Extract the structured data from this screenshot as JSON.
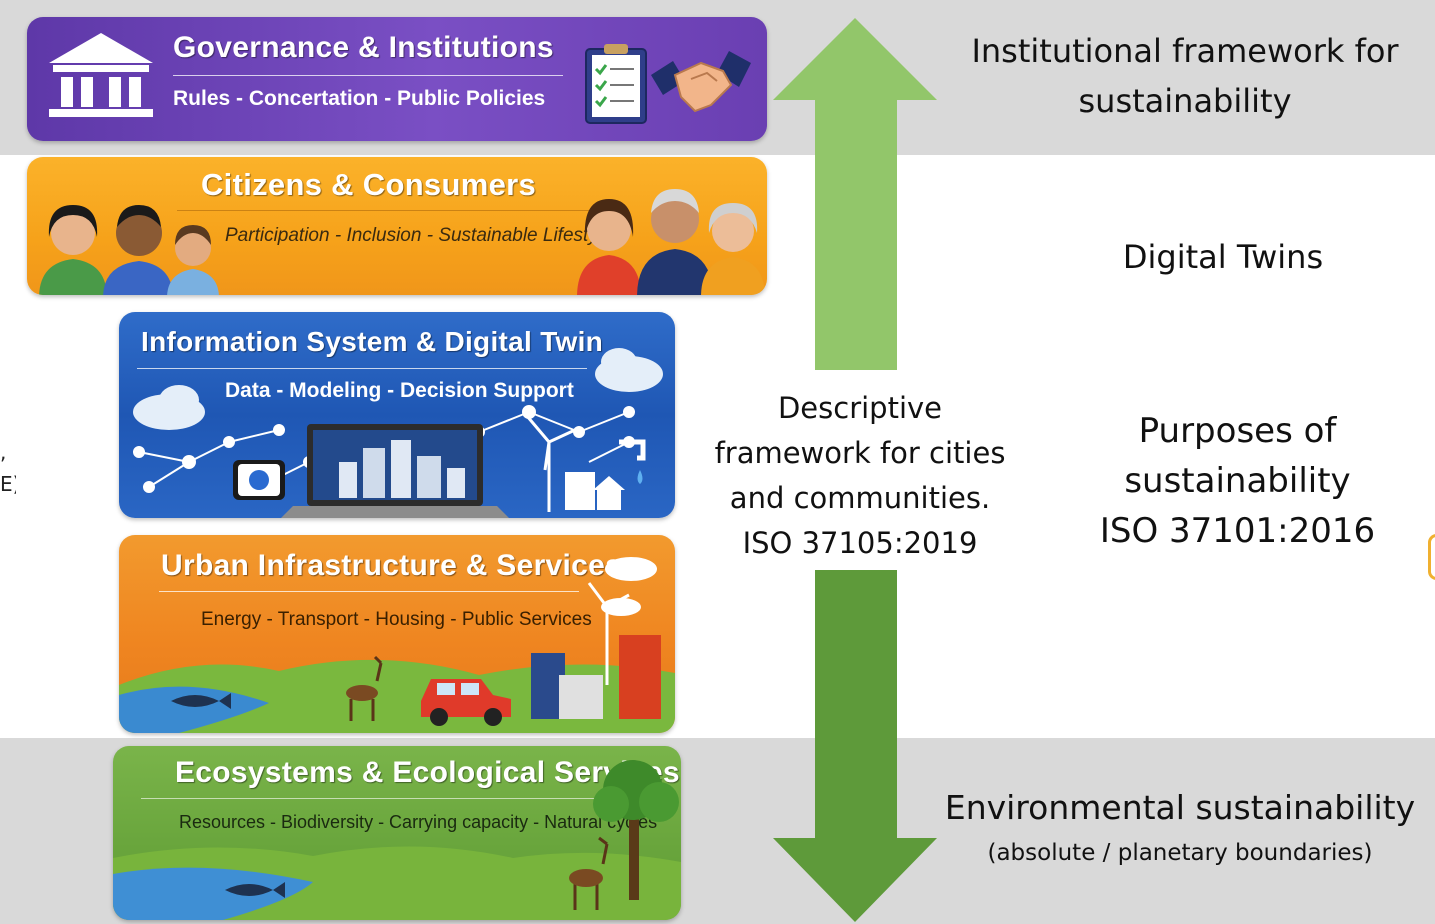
{
  "layers": {
    "governance": {
      "title": "Governance & Institutions",
      "subtitle": "Rules - Concertation - Public Policies"
    },
    "citizens": {
      "title": "Citizens & Consumers",
      "subtitle": "Participation - Inclusion - Sustainable Lifestyles"
    },
    "information": {
      "title": "Information System & Digital Twin",
      "subtitle": "Data - Modeling - Decision Support"
    },
    "urban": {
      "title": "Urban Infrastructure & Services",
      "subtitle": "Energy - Transport - Housing - Public Services"
    },
    "ecosystems": {
      "title": "Ecosystems & Ecological Services",
      "subtitle": "Resources - Biodiversity - Carrying capacity - Natural cycles"
    }
  },
  "center_label": {
    "line1": "Descriptive",
    "line2": "framework for cities",
    "line3": "and communities.",
    "line4": "ISO 37105:2019"
  },
  "right_labels": {
    "institutional_line1": "Institutional framework for",
    "institutional_line2": "sustainability",
    "digital_twins": "Digital Twins",
    "purposes_line1": "Purposes of",
    "purposes_line2": "sustainability",
    "purposes_line3": "ISO 37101:2016",
    "environmental": "Environmental sustainability",
    "environmental_note": "(absolute / planetary boundaries)"
  },
  "left_edge_fragments": {
    "frag1": ",",
    "frag2": "E)"
  },
  "colors": {
    "band_gray": "#d9d9d9",
    "governance": "#6a3fb2",
    "citizens": "#f6a21a",
    "information": "#2461bd",
    "urban": "#ef8520",
    "ecosystems": "#6aa63d",
    "arrow_up": "#92c66a",
    "arrow_down": "#5e9a3a"
  },
  "icons": [
    "institution-icon",
    "checklist-icon",
    "handshake-icon",
    "people-illustration",
    "laptop-city-icon",
    "cloud-icon",
    "wind-turbine-icon",
    "car-icon",
    "fish-icon",
    "deer-icon",
    "tree-icon"
  ]
}
